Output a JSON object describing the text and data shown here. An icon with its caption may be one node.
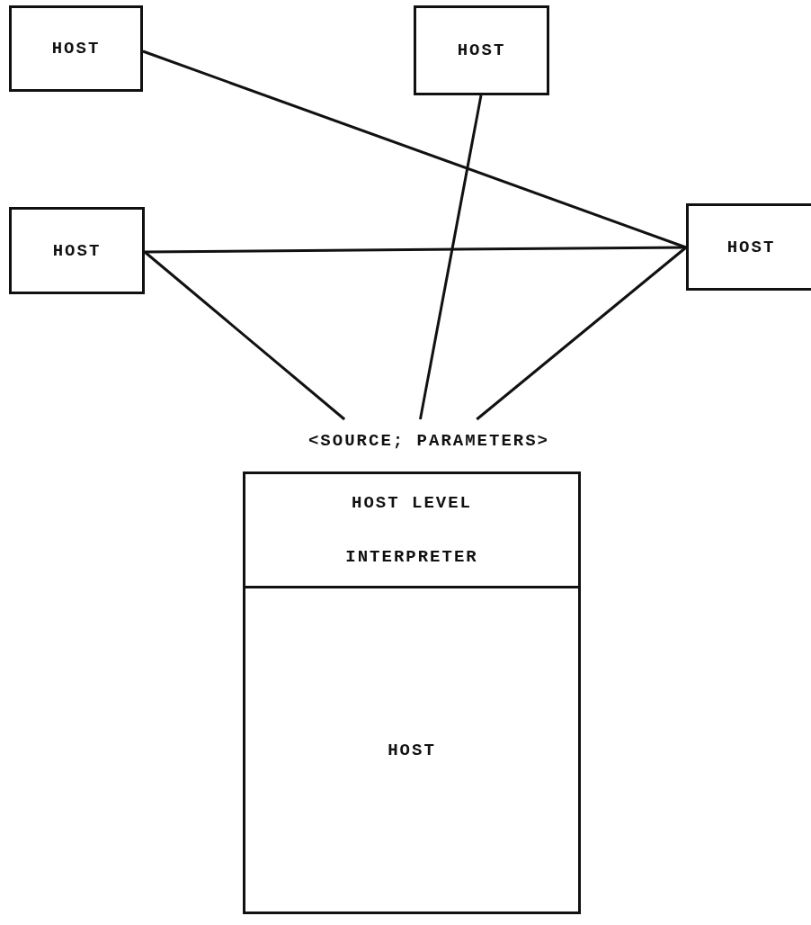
{
  "diagram": {
    "nodes": [
      {
        "text": [
          "HOST"
        ]
      },
      {
        "text": [
          "HOST"
        ]
      },
      {
        "text": [
          "HOST"
        ]
      },
      {
        "text": [
          "HOST"
        ]
      },
      {
        "text": [
          "<SOURCE; PARAMETERS>"
        ]
      },
      {
        "text": [
          "HOST LEVEL INTERPRETER"
        ]
      },
      {
        "text": [
          "HOST"
        ]
      }
    ],
    "edges": [
      {
        "from": 0,
        "to": 3,
        "arrow": "none"
      },
      {
        "from": 2,
        "to": 3,
        "arrow": "none"
      },
      {
        "from": 2,
        "to": 4,
        "arrow": "none"
      },
      {
        "from": 1,
        "to": 4,
        "arrow": "none"
      },
      {
        "from": 3,
        "to": 4,
        "arrow": "none"
      }
    ]
  }
}
